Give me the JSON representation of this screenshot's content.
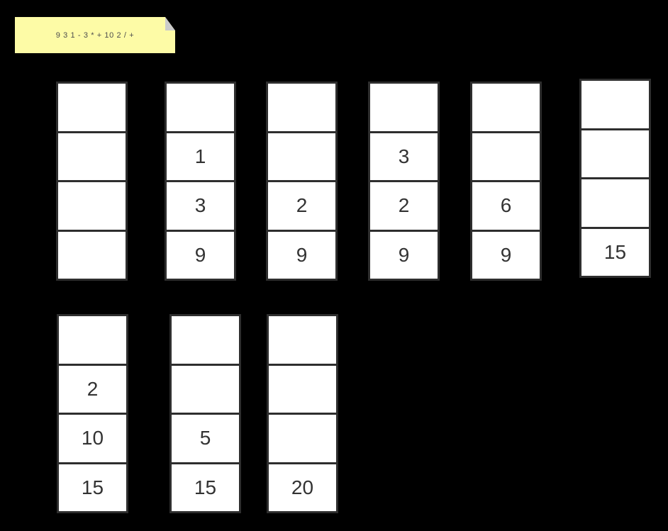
{
  "canvas": {
    "background": "#000000"
  },
  "note": {
    "expression": "9 3 1 - 3 * + 10 2 / +",
    "background": "#FDFBA6",
    "fold_color": "#CBCBCB",
    "text_color": "#4D4D4D"
  },
  "stack_style": {
    "cell_background": "#FFFFFF",
    "border_color": "#2E2E2E",
    "value_color": "#333333"
  },
  "stacks": [
    {
      "cells": [
        "",
        "",
        "",
        ""
      ]
    },
    {
      "cells": [
        "",
        "1",
        "3",
        "9"
      ]
    },
    {
      "cells": [
        "",
        "",
        "2",
        "9"
      ]
    },
    {
      "cells": [
        "",
        "3",
        "2",
        "9"
      ]
    },
    {
      "cells": [
        "",
        "",
        "6",
        "9"
      ]
    },
    {
      "cells": [
        "",
        "",
        "",
        "15"
      ]
    },
    {
      "cells": [
        "",
        "2",
        "10",
        "15"
      ]
    },
    {
      "cells": [
        "",
        "",
        "5",
        "15"
      ]
    },
    {
      "cells": [
        "",
        "",
        "",
        "20"
      ]
    }
  ]
}
